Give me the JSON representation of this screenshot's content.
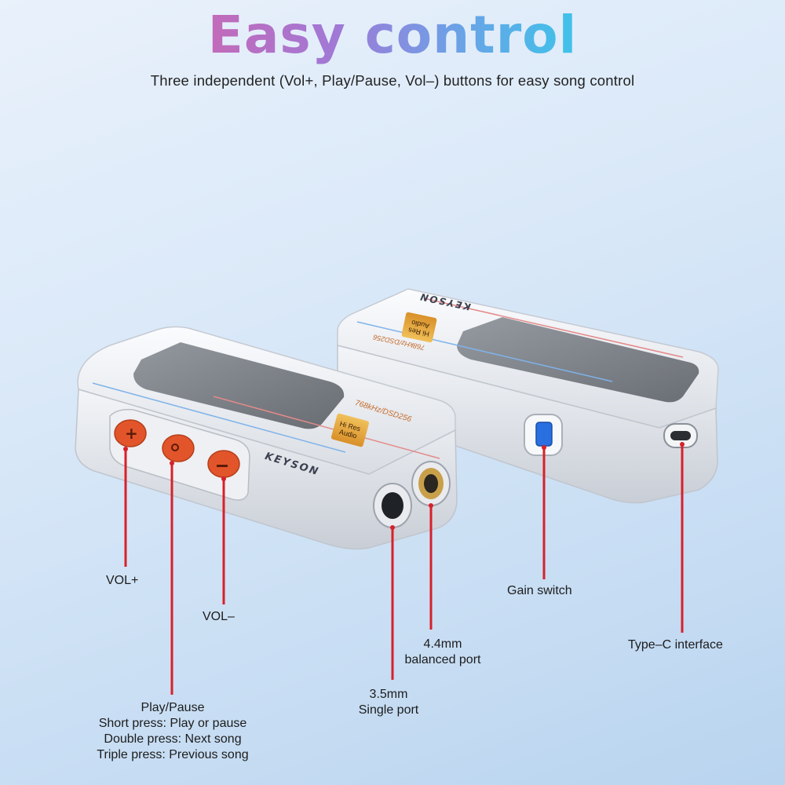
{
  "header": {
    "title": "Easy control",
    "subtitle": "Three independent (Vol+, Play/Pause, Vol–) buttons for easy song control"
  },
  "device": {
    "brand": "KEYSON",
    "spec": "768kHz/DSD256",
    "badge_line1": "Hi Res",
    "badge_line2": "Audio"
  },
  "callouts": {
    "vol_plus": "VOL+",
    "vol_minus": "VOL–",
    "play_pause": {
      "title": "Play/Pause",
      "short": "Short press: Play or pause",
      "double": "Double press: Next song",
      "triple": "Triple press: Previous song"
    },
    "port_35": {
      "line1": "3.5mm",
      "line2": "Single port"
    },
    "port_44": {
      "line1": "4.4mm",
      "line2": "balanced port"
    },
    "gain": "Gain switch",
    "typec": "Type–C interface"
  },
  "colors": {
    "button_orange": "#e2552a",
    "callout_red": "#d8202a",
    "gain_blue": "#2a6fe0",
    "gold": "#c9a04a"
  }
}
